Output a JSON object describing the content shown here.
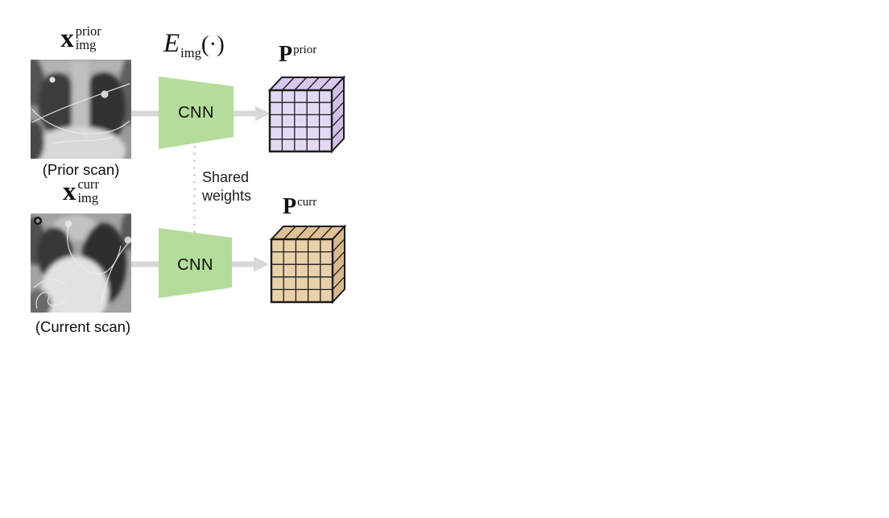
{
  "labels": {
    "prior_input": {
      "base": "x",
      "sup": "prior",
      "sub": "img"
    },
    "curr_input": {
      "base": "x",
      "sup": "curr",
      "sub": "img"
    },
    "encoder_fn": {
      "base": "E",
      "sub": "img",
      "args": "(·)"
    },
    "prior_output": {
      "base": "P",
      "sup": "prior"
    },
    "curr_output": {
      "base": "P",
      "sup": "curr"
    },
    "prior_caption": "(Prior scan)",
    "curr_caption": "(Current scan)",
    "cnn_top": "CNN",
    "cnn_bottom": "CNN",
    "shared_weights": [
      "Shared",
      "weights"
    ]
  },
  "images": {
    "prior_scan": "chest-xray-prior-scan",
    "curr_scan": "chest-xray-current-scan"
  },
  "colors": {
    "background": "#ffffff",
    "cnn_fill": "#b4dc9b",
    "arrow": "#d8d8d8",
    "dotted_line": "#c6c6c6",
    "text": "#111111",
    "cube_prior": {
      "front": "#e4d9f4",
      "top": "#d7c7ee",
      "side": "#d0c0e8",
      "outline": "#1c1c1c"
    },
    "cube_curr": {
      "front": "#ead0a9",
      "top": "#dfc197",
      "side": "#d9b88d",
      "outline": "#1c1c1c"
    }
  },
  "cubes": {
    "grid_divisions": 5
  }
}
